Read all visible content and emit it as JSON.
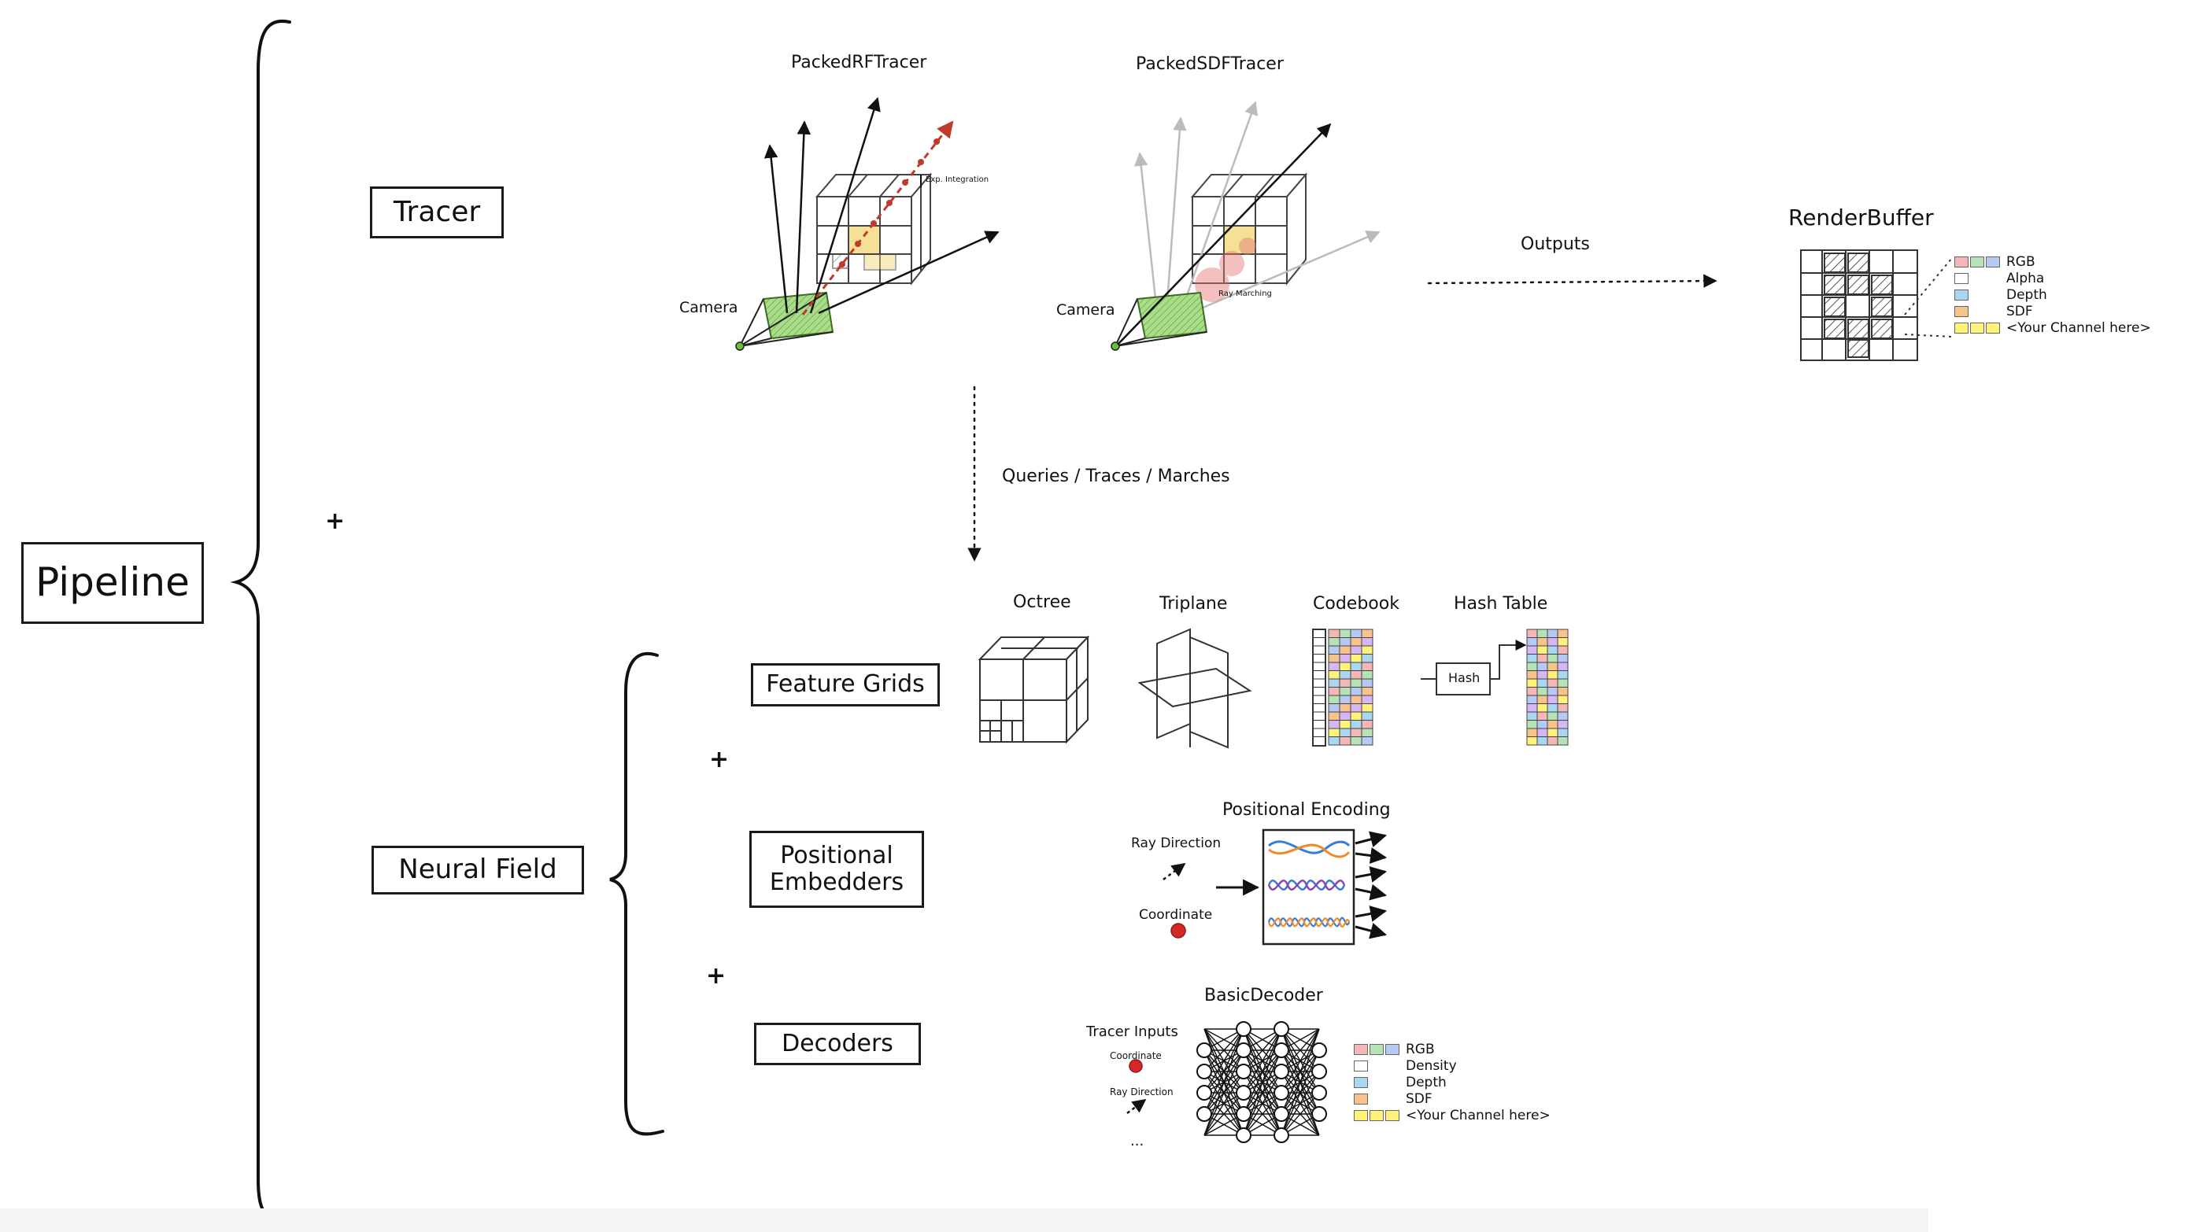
{
  "pipeline": {
    "label": "Pipeline"
  },
  "tracer": {
    "label": "Tracer",
    "rf_title": "PackedRFTracer",
    "sdf_title": "PackedSDFTracer",
    "rf_camera": "Camera",
    "sdf_camera": "Camera",
    "rf_annotation": "Exp. Integration",
    "sdf_annotation": "Ray Marching",
    "outputs_label": "Outputs",
    "queries_label": "Queries / Traces / Marches"
  },
  "render_buffer": {
    "title": "RenderBuffer",
    "channels": [
      "RGB",
      "Alpha",
      "Depth",
      "SDF",
      "<Your Channel here>"
    ]
  },
  "neural_field": {
    "label": "Neural Field"
  },
  "feature_grids": {
    "label": "Feature Grids",
    "items": [
      "Octree",
      "Triplane",
      "Codebook",
      "Hash Table"
    ],
    "hash_label": "Hash"
  },
  "positional_embedders": {
    "label_line1": "Positional",
    "label_line2": "Embedders",
    "title": "Positional Encoding",
    "ray_direction": "Ray Direction",
    "coordinate": "Coordinate"
  },
  "decoders": {
    "label": "Decoders",
    "title": "BasicDecoder",
    "inputs_title": "Tracer Inputs",
    "input_coordinate": "Coordinate",
    "input_ray_direction": "Ray Direction",
    "input_more": "...",
    "outputs": [
      "RGB",
      "Density",
      "Depth",
      "SDF",
      "<Your Channel here>"
    ]
  },
  "plus_sign": "+",
  "colors": {
    "camera_green": "#8fd16a",
    "highlight_yellow": "#f2d46a",
    "ray_red": "#c0392b",
    "marker_red": "#d62828",
    "wave_blue": "#3a7bd5",
    "wave_orange": "#f08a24",
    "wave_purple": "#8e44ad"
  }
}
